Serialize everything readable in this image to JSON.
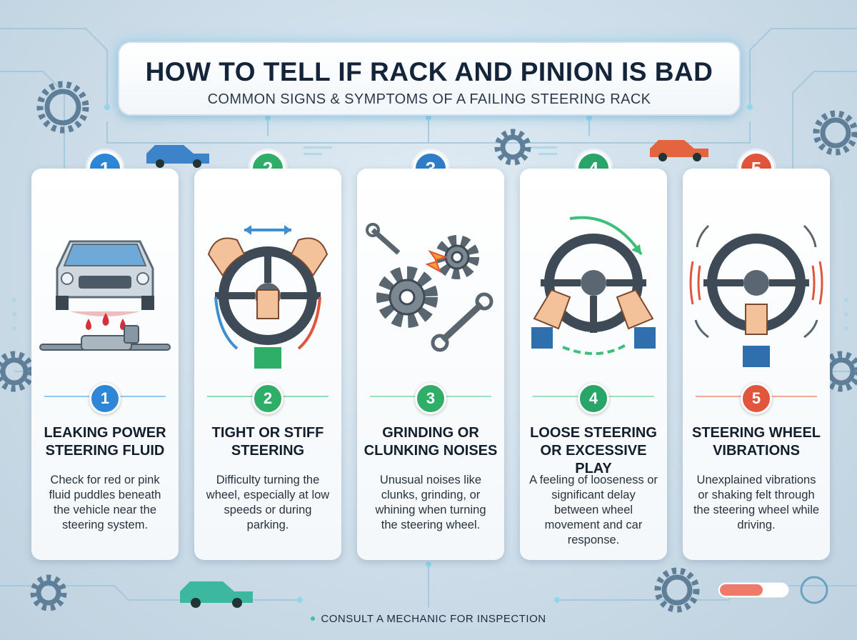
{
  "header": {
    "title": "HOW TO TELL IF RACK AND PINION IS BAD",
    "subtitle": "COMMON SIGNS & SYMPTOMS OF A FAILING STEERING RACK"
  },
  "colors": {
    "blue": "#2d86d6",
    "green": "#2fae68",
    "teal_blue": "#2f7dc7",
    "emerald": "#2aa56a",
    "red": "#e0553c"
  },
  "cards": [
    {
      "number": "1",
      "title_line1": "LEAKING POWER",
      "title_line2": "STEERING FLUID",
      "desc": "Check for red or pink fluid puddles beneath the vehicle near the steering system.",
      "icon": "leaking-car-icon"
    },
    {
      "number": "2",
      "title_line1": "TIGHT OR STIFF",
      "title_line2": "STEERING",
      "desc": "Difficulty turning the wheel, especially at low speeds or during parking.",
      "icon": "stiff-steering-icon"
    },
    {
      "number": "3",
      "title_line1": "GRINDING OR",
      "title_line2": "CLUNKING NOISES",
      "desc": "Unusual noises like clunks, grinding, or whining when turning the steering wheel.",
      "icon": "grinding-gears-icon"
    },
    {
      "number": "4",
      "title_line1": "LOOSE STEERING",
      "title_line2": "OR EXCESSIVE PLAY",
      "desc": "A feeling of looseness or significant delay between wheel movement and car response.",
      "icon": "loose-steering-icon"
    },
    {
      "number": "5",
      "title_line1": "STEERING WHEEL",
      "title_line2": "VIBRATIONS",
      "desc": "Unexplained vibrations or shaking felt through the steering wheel while driving.",
      "icon": "vibrating-wheel-icon"
    }
  ],
  "footer": {
    "text": "CONSULT A MECHANIC FOR INSPECTION"
  }
}
